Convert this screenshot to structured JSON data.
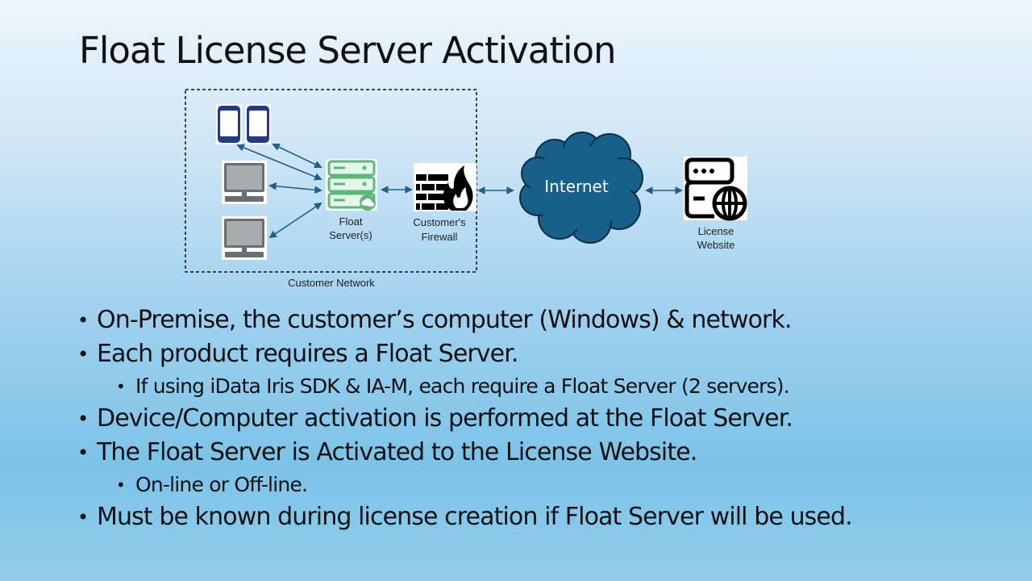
{
  "slide": {
    "title": "Float License Server Activation"
  },
  "diagram": {
    "nodes": [
      {
        "id": "devices-mobile",
        "icon": "mobile-phone-icon",
        "label": ""
      },
      {
        "id": "devices-computer-1",
        "icon": "desktop-computer-icon",
        "label": ""
      },
      {
        "id": "devices-computer-2",
        "icon": "desktop-computer-icon",
        "label": ""
      },
      {
        "id": "float-server",
        "icon": "server-cloud-icon",
        "label_line1": "Float",
        "label_line2": "Server(s)"
      },
      {
        "id": "firewall",
        "icon": "firewall-icon",
        "label_line1": "Customer's",
        "label_line2": "Firewall"
      },
      {
        "id": "internet",
        "icon": "cloud-icon",
        "label": "Internet"
      },
      {
        "id": "license-website",
        "icon": "web-server-icon",
        "label_line1": "License",
        "label_line2": "Website"
      }
    ],
    "group_label": "Customer Network",
    "colors": {
      "arrow": "#1f5f8a",
      "cloud": "#176089",
      "server_green": "#5cb878",
      "server_fill": "#e6f5ea",
      "phone_blue": "#223a8c"
    }
  },
  "bullets": [
    {
      "level": 1,
      "text": "On-Premise, the customer’s computer (Windows) & network."
    },
    {
      "level": 1,
      "text": "Each product requires a Float Server."
    },
    {
      "level": 2,
      "text": "If using iData Iris SDK & IA-M, each require a Float Server (2 servers)."
    },
    {
      "level": 1,
      "text": "Device/Computer activation is performed at the Float Server."
    },
    {
      "level": 1,
      "text": "The Float Server is Activated to the License Website."
    },
    {
      "level": 2,
      "text": "On-line or Off-line."
    },
    {
      "level": 1,
      "text": "Must be known during license creation if Float Server will be used."
    }
  ]
}
